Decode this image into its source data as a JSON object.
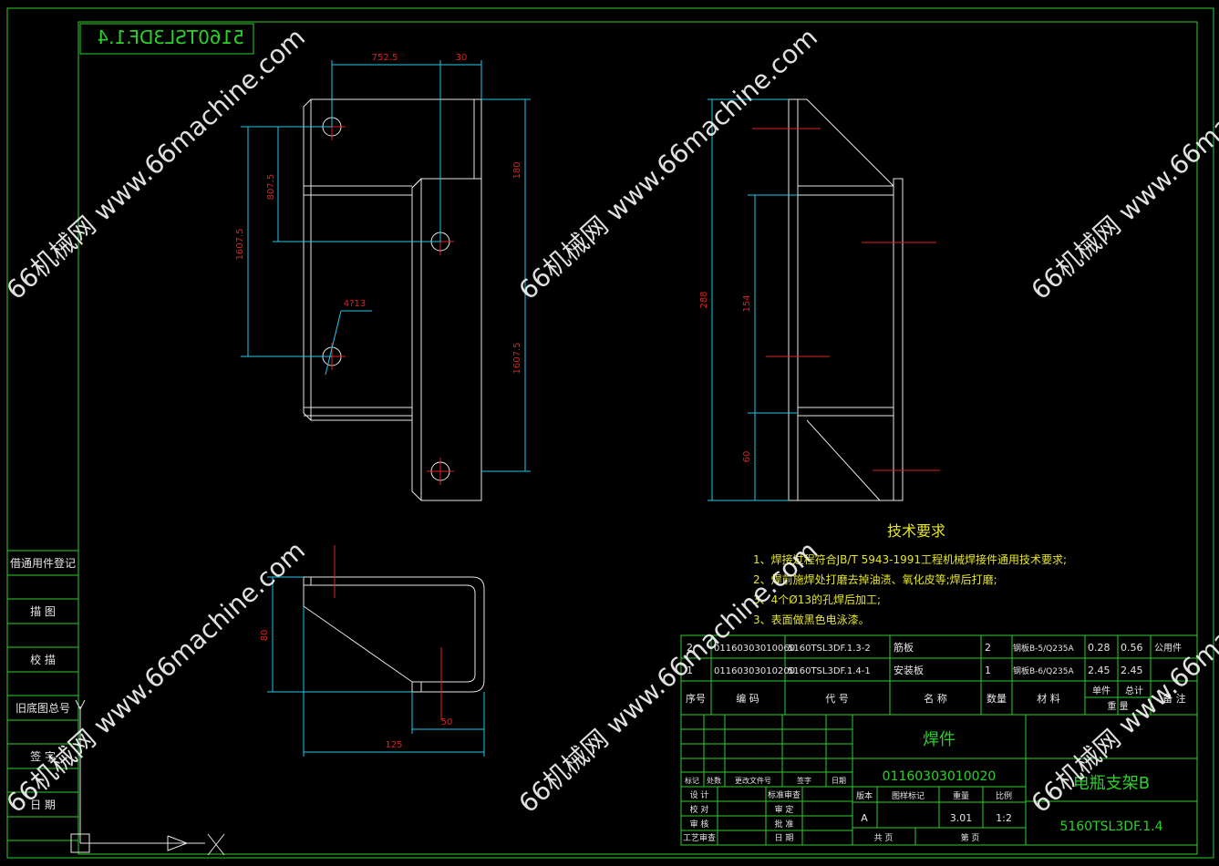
{
  "drawing": {
    "number_mirrored": "5160TSL3DF.1.4",
    "watermark": "66机械网 www.66machine.com"
  },
  "dimensions": {
    "d_752_5": "752.5",
    "d_30": "30",
    "d_180": "180",
    "d_807_5": "807.5",
    "d_1607_5_left": "1607.5",
    "d_1607_5_right": "1607.5",
    "d_4_13": "4?13",
    "d_288": "288",
    "d_154": "154",
    "d_60": "60",
    "d_80": "80",
    "d_50": "50",
    "d_125": "125"
  },
  "tech_requirements": {
    "title": "技术要求",
    "items": [
      "1、焊接过程符合JB/T 5943-1991工程机械焊接件通用技术要求;",
      "2、焊前施焊处打磨去掉油渍、氧化皮等;焊后打磨;",
      "3、4个Ø13的孔焊后加工;",
      "3、表面做黑色电泳漆。"
    ]
  },
  "bom": {
    "rows": [
      {
        "seq": "2",
        "code": "01160303010060",
        "drawing": "5160TSL3DF.1.3-2",
        "name": "筋板",
        "qty": "2",
        "material": "钢板B-5/Q235A",
        "unit_wt": "0.28",
        "total_wt": "0.56",
        "note": "公用件"
      },
      {
        "seq": "1",
        "code": "01160303010200",
        "drawing": "5160TSL3DF.1.4-1",
        "name": "安装板",
        "qty": "1",
        "material": "钢板B-6/Q235A",
        "unit_wt": "2.45",
        "total_wt": "2.45",
        "note": ""
      }
    ],
    "headers": {
      "seq": "序号",
      "code": "编 码",
      "drawing": "代 号",
      "name": "名 称",
      "qty": "数量",
      "material": "材 料",
      "unit": "单件",
      "total": "总计",
      "weight": "重 量",
      "note": "备 注"
    }
  },
  "title_block": {
    "part_type": "焊件",
    "part_code": "01160303010020",
    "part_name": "电瓶支架B",
    "drawing_no": "5160TSL3DF.1.4",
    "version_label": "版本",
    "stage_mark": "图样标记",
    "weight_label": "重量",
    "scale_label": "比例",
    "version": "A",
    "weight": "3.01",
    "scale": "1:2",
    "sheets_total": "共 页",
    "sheet": "第 页",
    "rev_headers": [
      "标记",
      "处数",
      "更改文件号",
      "签字",
      "日期"
    ],
    "sign_labels": [
      "设 计",
      "校 对",
      "审 核",
      "工艺审查"
    ],
    "sign_labels2": [
      "标准审查",
      "审 定",
      "批 准",
      "日 期"
    ]
  },
  "side_panel": [
    "借通用件登记",
    "描 图",
    "校 描",
    "旧底图总号",
    "签 字",
    "日 期"
  ]
}
